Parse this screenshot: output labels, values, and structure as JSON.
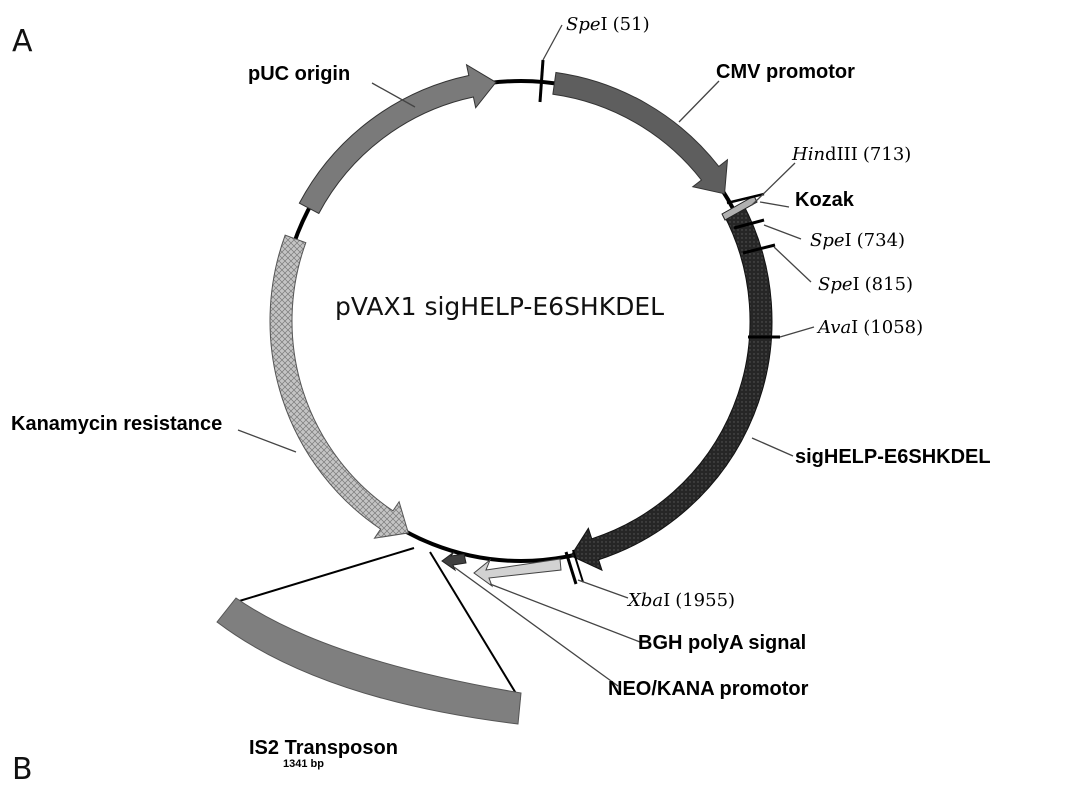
{
  "panels": {
    "a": "A",
    "b": "B"
  },
  "plasmid": {
    "title": "pVAX1 sigHELP-E6SHKDEL",
    "features": {
      "puc_origin": "pUC origin",
      "cmv_promotor": "CMV promotor",
      "kozak": "Kozak",
      "insert": "sigHELP-E6SHKDEL",
      "kanamycin": "Kanamycin resistance",
      "bgh": "BGH polyA signal",
      "neo_kana": "NEO/KANA promotor",
      "transposon": "IS2 Transposon",
      "transposon_size": "1341 bp"
    },
    "sites": {
      "spe51": {
        "enzyme": "Spe",
        "suffix": "I",
        "pos": "(51)"
      },
      "hind713": {
        "enzyme": "Hin",
        "suffix": "dIII",
        "pos": "(713)"
      },
      "spe734": {
        "enzyme": "Spe",
        "suffix": "I",
        "pos": "(734)"
      },
      "spe815": {
        "enzyme": "Spe",
        "suffix": "I",
        "pos": "(815)"
      },
      "ava1058": {
        "enzyme": "Ava",
        "suffix": "I",
        "pos": "(1058)"
      },
      "xba1955": {
        "enzyme": "Xba",
        "suffix": "I",
        "pos": "(1955)"
      }
    }
  },
  "colors": {
    "backbone": "#000000",
    "puc": "#7a7a7a",
    "cmv": "#5e5e5e",
    "insert": "#2a2a2a",
    "kan": "#b8b8b8",
    "bgh": "#d2d2d2",
    "neo": "#404040",
    "transposon": "#7f7f7f"
  }
}
